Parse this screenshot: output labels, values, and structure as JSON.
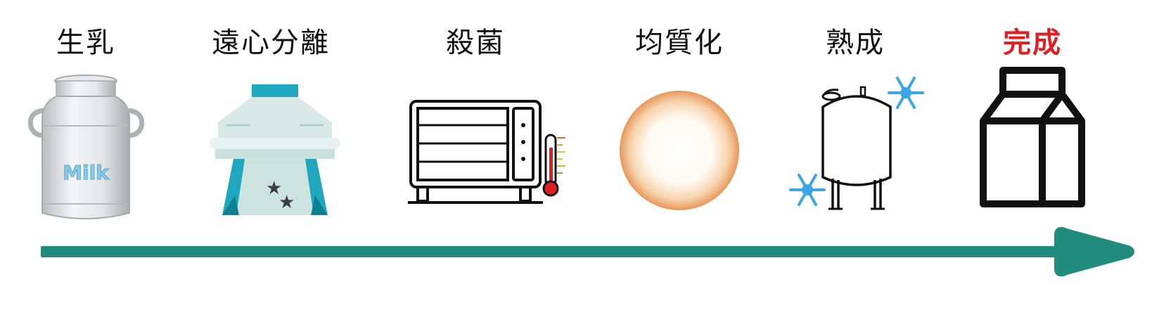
{
  "steps": [
    {
      "label": "生乳",
      "icon": "milk-can-icon"
    },
    {
      "label": "遠心分離",
      "icon": "centrifuge-icon"
    },
    {
      "label": "殺菌",
      "icon": "pasteurizer-oven-icon"
    },
    {
      "label": "均質化",
      "icon": "homogenized-particle-icon"
    },
    {
      "label": "熟成",
      "icon": "aging-tank-icon"
    },
    {
      "label": "完成",
      "icon": "milk-carton-icon"
    }
  ],
  "milk_can_text": "Milk",
  "colors": {
    "arrow": "#1f8c7e",
    "final_label": "#e01e22",
    "label": "#111111",
    "teal": "#1fa7be",
    "snowflake": "#3aa6e6",
    "particle": "#e0883a"
  }
}
